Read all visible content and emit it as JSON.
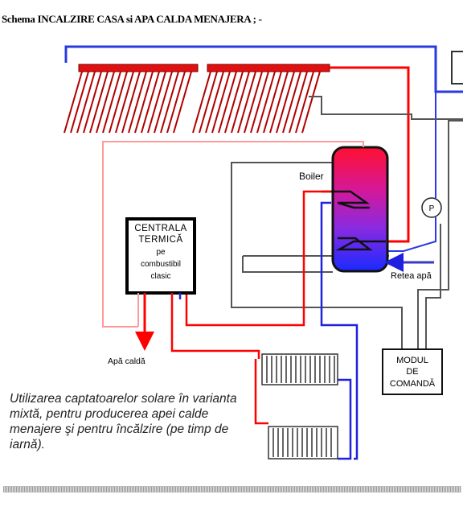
{
  "title": "Schema  INCALZIRE  CASA si APA CALDA MENAJERA ; -",
  "labels": {
    "boiler": "Boiler",
    "pump": "P",
    "heater_line1": "CENTRALA",
    "heater_line2": "TERMICĂ",
    "heater_line3": "pe",
    "heater_line4": "combustibil",
    "heater_line5": "clasic",
    "control_line1": "MODUL",
    "control_line2": "DE",
    "control_line3": "COMANDĂ",
    "water_network": "Retea apă",
    "hot_water": "Apă caldă"
  },
  "caption": "Utilizarea captatoarelor solare în varianta mixtă, pentru producerea apei calde menajere şi pentru încălzire (pe timp de iarnă).",
  "colors": {
    "hot_pipe": "#ff0000",
    "cold_pipe": "#0000ff",
    "control_wire": "#555555",
    "light_hot_pipe": "#ff9a9a",
    "collector": "#e01010"
  }
}
